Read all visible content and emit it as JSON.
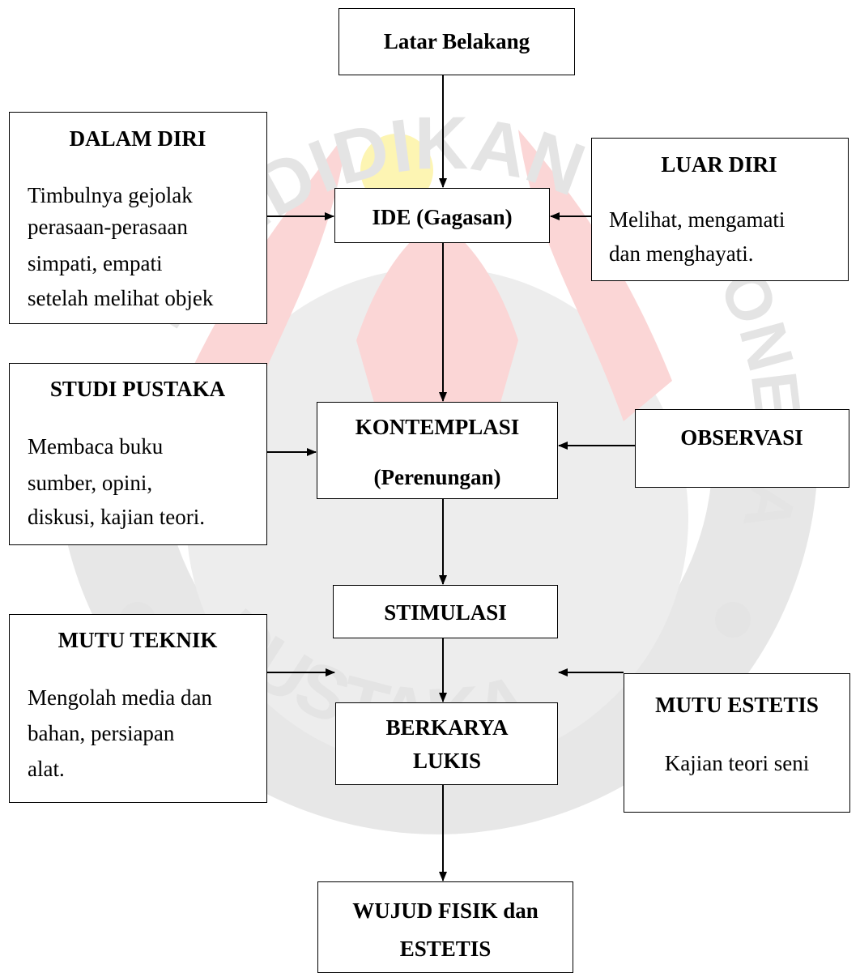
{
  "watermark": {
    "top_text": "PENDIDIKAN",
    "right_text": "INDONESIA",
    "bottom_text": "PUSTAKA",
    "colors": {
      "red": "#fbd6d6",
      "gray": "#e4e4e4",
      "yellow": "#fdf5b3"
    }
  },
  "nodes": {
    "latar": {
      "title": "Latar Belakang"
    },
    "dalam_diri": {
      "title": "DALAM DIRI",
      "lines": [
        "Timbulnya gejolak",
        "perasaan-perasaan",
        "simpati, empati",
        "setelah melihat objek"
      ]
    },
    "ide": {
      "title": "IDE (Gagasan)"
    },
    "luar_diri": {
      "title": "LUAR DIRI",
      "lines": [
        "Melihat, mengamati",
        "dan menghayati."
      ]
    },
    "studi_pustaka": {
      "title": "STUDI PUSTAKA",
      "lines": [
        "Membaca buku",
        "sumber, opini,",
        "diskusi, kajian teori."
      ]
    },
    "kontemplasi": {
      "lines": [
        "KONTEMPLASI",
        "(Perenungan)"
      ]
    },
    "observasi": {
      "title": "OBSERVASI"
    },
    "stimulasi": {
      "title": "STIMULASI"
    },
    "mutu_teknik": {
      "title": "MUTU TEKNIK",
      "lines": [
        "Mengolah media dan",
        "bahan,  persiapan",
        "alat."
      ]
    },
    "berkarya": {
      "lines": [
        "BERKARYA",
        "LUKIS"
      ]
    },
    "mutu_estetis": {
      "title": "MUTU ESTETIS",
      "lines": [
        "Kajian teori seni"
      ]
    },
    "wujud": {
      "lines": [
        "WUJUD FISIK dan",
        "ESTETIS"
      ]
    }
  }
}
